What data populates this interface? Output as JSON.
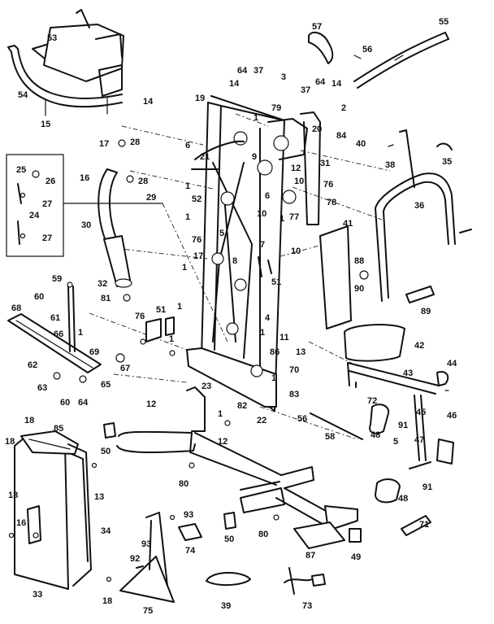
{
  "callouts": [
    {
      "id": "c1",
      "text": "53"
    },
    {
      "id": "c2",
      "text": "54"
    },
    {
      "id": "c3",
      "text": "15"
    },
    {
      "id": "c4",
      "text": "14"
    },
    {
      "id": "c5",
      "text": "57"
    },
    {
      "id": "c6",
      "text": "56"
    },
    {
      "id": "c7",
      "text": "55"
    },
    {
      "id": "c8",
      "text": "64"
    },
    {
      "id": "c9",
      "text": "37"
    },
    {
      "id": "c10",
      "text": "14"
    },
    {
      "id": "c11",
      "text": "3"
    },
    {
      "id": "c12",
      "text": "37"
    },
    {
      "id": "c13",
      "text": "64"
    },
    {
      "id": "c14",
      "text": "14"
    },
    {
      "id": "c15",
      "text": "2"
    },
    {
      "id": "c16",
      "text": "19"
    },
    {
      "id": "c17",
      "text": "79"
    },
    {
      "id": "c18",
      "text": "1"
    },
    {
      "id": "c19",
      "text": "20"
    },
    {
      "id": "c20",
      "text": "84"
    },
    {
      "id": "c21",
      "text": "40"
    },
    {
      "id": "c22",
      "text": "31"
    },
    {
      "id": "c23",
      "text": "17"
    },
    {
      "id": "c24",
      "text": "28"
    },
    {
      "id": "c25",
      "text": "6"
    },
    {
      "id": "c26",
      "text": "21"
    },
    {
      "id": "c27",
      "text": "9"
    },
    {
      "id": "c28",
      "text": "38"
    },
    {
      "id": "c29",
      "text": "35"
    },
    {
      "id": "c30",
      "text": "25"
    },
    {
      "id": "c31",
      "text": "26"
    },
    {
      "id": "c32",
      "text": "16"
    },
    {
      "id": "c33",
      "text": "28"
    },
    {
      "id": "c34",
      "text": "29"
    },
    {
      "id": "c35",
      "text": "27"
    },
    {
      "id": "c36",
      "text": "24"
    },
    {
      "id": "c37",
      "text": "27"
    },
    {
      "id": "c38",
      "text": "1"
    },
    {
      "id": "c39",
      "text": "12"
    },
    {
      "id": "c40",
      "text": "10"
    },
    {
      "id": "c41",
      "text": "76"
    },
    {
      "id": "c42",
      "text": "78"
    },
    {
      "id": "c43",
      "text": "36"
    },
    {
      "id": "c44",
      "text": "52"
    },
    {
      "id": "c45",
      "text": "6"
    },
    {
      "id": "c46",
      "text": "1"
    },
    {
      "id": "c47",
      "text": "10"
    },
    {
      "id": "c48",
      "text": "1"
    },
    {
      "id": "c49",
      "text": "77"
    },
    {
      "id": "c50",
      "text": "30"
    },
    {
      "id": "c51",
      "text": "5"
    },
    {
      "id": "c52",
      "text": "41"
    },
    {
      "id": "c53",
      "text": "7"
    },
    {
      "id": "c54",
      "text": "76"
    },
    {
      "id": "c55",
      "text": "10"
    },
    {
      "id": "c56",
      "text": "88"
    },
    {
      "id": "c57",
      "text": "8"
    },
    {
      "id": "c58",
      "text": "17"
    },
    {
      "id": "c59",
      "text": "1"
    },
    {
      "id": "c60",
      "text": "51"
    },
    {
      "id": "c61",
      "text": "90"
    },
    {
      "id": "c62",
      "text": "32"
    },
    {
      "id": "c63",
      "text": "59"
    },
    {
      "id": "c64",
      "text": "60"
    },
    {
      "id": "c65",
      "text": "81"
    },
    {
      "id": "c66",
      "text": "89"
    },
    {
      "id": "c67",
      "text": "61"
    },
    {
      "id": "c68",
      "text": "68"
    },
    {
      "id": "c69",
      "text": "76"
    },
    {
      "id": "c70",
      "text": "51"
    },
    {
      "id": "c71",
      "text": "1"
    },
    {
      "id": "c72",
      "text": "4"
    },
    {
      "id": "c73",
      "text": "66"
    },
    {
      "id": "c74",
      "text": "1"
    },
    {
      "id": "c75",
      "text": "42"
    },
    {
      "id": "c76",
      "text": "1"
    },
    {
      "id": "c77",
      "text": "11"
    },
    {
      "id": "c78",
      "text": "69"
    },
    {
      "id": "c79",
      "text": "1"
    },
    {
      "id": "c80",
      "text": "86"
    },
    {
      "id": "c81",
      "text": "13"
    },
    {
      "id": "c82",
      "text": "62"
    },
    {
      "id": "c83",
      "text": "67"
    },
    {
      "id": "c84",
      "text": "44"
    },
    {
      "id": "c85",
      "text": "70"
    },
    {
      "id": "c86",
      "text": "43"
    },
    {
      "id": "c87",
      "text": "63"
    },
    {
      "id": "c88",
      "text": "65"
    },
    {
      "id": "c89",
      "text": "23"
    },
    {
      "id": "c90",
      "text": "1"
    },
    {
      "id": "c91",
      "text": "83"
    },
    {
      "id": "c92",
      "text": "72"
    },
    {
      "id": "c93",
      "text": "60"
    },
    {
      "id": "c94",
      "text": "64"
    },
    {
      "id": "c95",
      "text": "12"
    },
    {
      "id": "c96",
      "text": "82"
    },
    {
      "id": "c97",
      "text": "56"
    },
    {
      "id": "c98",
      "text": "91"
    },
    {
      "id": "c99",
      "text": "45"
    },
    {
      "id": "c100",
      "text": "46"
    },
    {
      "id": "c101",
      "text": "1"
    },
    {
      "id": "c102",
      "text": "22"
    },
    {
      "id": "c103",
      "text": "48"
    },
    {
      "id": "c104",
      "text": "5"
    },
    {
      "id": "c105",
      "text": "18"
    },
    {
      "id": "c106",
      "text": "85"
    },
    {
      "id": "c107",
      "text": "12"
    },
    {
      "id": "c108",
      "text": "58"
    },
    {
      "id": "c109",
      "text": "47"
    },
    {
      "id": "c110",
      "text": "50"
    },
    {
      "id": "c111",
      "text": "18"
    },
    {
      "id": "c112",
      "text": "91"
    },
    {
      "id": "c113",
      "text": "13"
    },
    {
      "id": "c114",
      "text": "80"
    },
    {
      "id": "c115",
      "text": "18"
    },
    {
      "id": "c116",
      "text": "48"
    },
    {
      "id": "c117",
      "text": "93"
    },
    {
      "id": "c118",
      "text": "34"
    },
    {
      "id": "c119",
      "text": "16"
    },
    {
      "id": "c120",
      "text": "93"
    },
    {
      "id": "c121",
      "text": "50"
    },
    {
      "id": "c122",
      "text": "80"
    },
    {
      "id": "c123",
      "text": "74"
    },
    {
      "id": "c124",
      "text": "71"
    },
    {
      "id": "c125",
      "text": "87"
    },
    {
      "id": "c126",
      "text": "49"
    },
    {
      "id": "c127",
      "text": "92"
    },
    {
      "id": "c128",
      "text": "33"
    },
    {
      "id": "c129",
      "text": "18"
    },
    {
      "id": "c130",
      "text": "75"
    },
    {
      "id": "c131",
      "text": "39"
    },
    {
      "id": "c132",
      "text": "73"
    }
  ]
}
